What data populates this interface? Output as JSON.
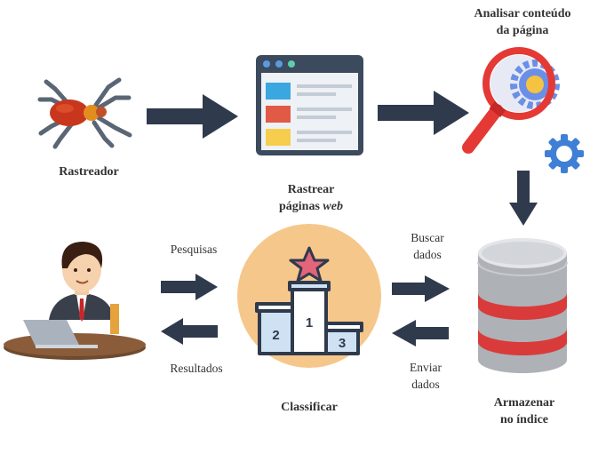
{
  "labels": {
    "crawler": "Rastreador",
    "crawl_line1": "Rastrear",
    "crawl_line2_prefix": "páginas ",
    "crawl_line2_em": "web",
    "analyze_line1": "Analisar conteúdo",
    "analyze_line2": "da página",
    "store_line1": "Armazenar",
    "store_line2": "no índice",
    "rank": "Classificar",
    "search": "Pesquisas",
    "results": "Resultados",
    "fetch_line1": "Buscar",
    "fetch_line2": "dados",
    "send_line1": "Enviar",
    "send_line2": "dados"
  },
  "podium": {
    "first": "1",
    "second": "2",
    "third": "3"
  },
  "icons": [
    "spider-icon",
    "webpage-icon",
    "magnifier-icon",
    "gear-icon",
    "database-icon",
    "podium-icon",
    "user-laptop-icon"
  ],
  "colors": {
    "arrow": "#2f3a4d",
    "magnifier": "#e53935",
    "gear": "#3f7fd6",
    "db_band": "#d93b3b",
    "podium_bg": "#f6c78b",
    "star": "#e2657a"
  }
}
